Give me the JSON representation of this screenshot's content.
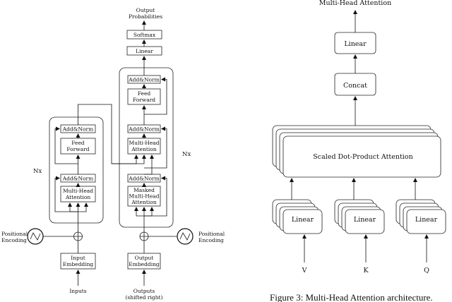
{
  "left": {
    "output_probabilities": [
      "Output",
      "Probabilities"
    ],
    "softmax": "Softmax",
    "linear": "Linear",
    "add_norm": "Add&Norm",
    "feed_forward": [
      "Feed",
      "Forward"
    ],
    "multi_head_attention": [
      "Multi-Head",
      "Attention"
    ],
    "masked_mha": [
      "Masked",
      "Multi-Head",
      "Attention"
    ],
    "nx": "Nx",
    "positional_encoding": [
      "Positional",
      "Encoding"
    ],
    "input_embedding": [
      "Input",
      "Embedding"
    ],
    "output_embedding": [
      "Output",
      "Embedding"
    ],
    "inputs": "Inputs",
    "outputs": [
      "Outputs",
      "(shifted right)"
    ]
  },
  "right": {
    "title": "Multi-Head Attention",
    "linear": "Linear",
    "concat": "Concat",
    "sdpa": "Scaled Dot-Product Attention",
    "inputs": [
      "V",
      "K",
      "Q"
    ],
    "caption": "Figure 3: Multi-Head Attention architecture."
  }
}
